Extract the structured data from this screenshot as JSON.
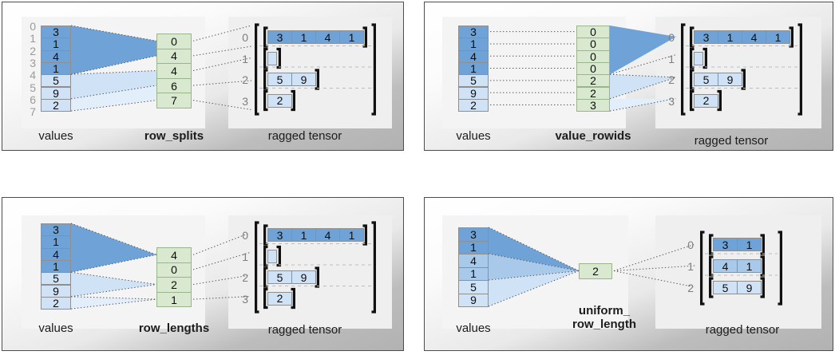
{
  "colors": {
    "blue_dark": "#6fa3d8",
    "blue_mid": "#a8c9ea",
    "blue_light": "#cfe2f6",
    "blue_lightest": "#e3eefb",
    "green": "#d9e9cf",
    "green_border": "#9bb48c",
    "cell_border": "#8f8f8f",
    "index_gray": "#9b9b9b",
    "row_gray": "#7d7d7d",
    "panel_border": "#4d4d4d",
    "bracket": "#111111",
    "dotted": "#555555",
    "guide": "#bcbcbc"
  },
  "panels": [
    {
      "id": "row_splits",
      "values_label": "values",
      "encoding_label": "row_splits",
      "tensor_label": "ragged tensor",
      "values": [
        3,
        1,
        4,
        1,
        5,
        9,
        2
      ],
      "values_shades": [
        "dark",
        "dark",
        "dark",
        "dark",
        "light",
        "light",
        "light"
      ],
      "index_ticks": [
        0,
        1,
        2,
        3,
        4,
        5,
        6,
        7
      ],
      "encoding_values": [
        0,
        4,
        4,
        6,
        7
      ],
      "tensor_row_labels": [
        0,
        1,
        2,
        3
      ],
      "tensor_rows": [
        {
          "cells": [
            3,
            1,
            4,
            1
          ],
          "shade": "dark"
        },
        {
          "cells": [],
          "shade": "light"
        },
        {
          "cells": [
            5,
            9
          ],
          "shade": "light"
        },
        {
          "cells": [
            2
          ],
          "shade": "light"
        }
      ]
    },
    {
      "id": "value_rowids",
      "values_label": "values",
      "encoding_label": "value_rowids",
      "tensor_label": "ragged tensor",
      "values": [
        3,
        1,
        4,
        1,
        5,
        9,
        2
      ],
      "values_shades": [
        "dark",
        "dark",
        "dark",
        "dark",
        "light",
        "light",
        "light"
      ],
      "index_ticks": [],
      "encoding_values": [
        0,
        0,
        0,
        0,
        2,
        2,
        3
      ],
      "tensor_row_labels": [
        0,
        1,
        2,
        3
      ],
      "tensor_rows": [
        {
          "cells": [
            3,
            1,
            4,
            1
          ],
          "shade": "dark"
        },
        {
          "cells": [],
          "shade": "light"
        },
        {
          "cells": [
            5,
            9
          ],
          "shade": "light"
        },
        {
          "cells": [
            2
          ],
          "shade": "light"
        }
      ]
    },
    {
      "id": "row_lengths",
      "values_label": "values",
      "encoding_label": "row_lengths",
      "tensor_label": "ragged tensor",
      "values": [
        3,
        1,
        4,
        1,
        5,
        9,
        2
      ],
      "values_shades": [
        "dark",
        "dark",
        "dark",
        "dark",
        "light",
        "light",
        "light"
      ],
      "index_ticks": [],
      "encoding_values": [
        4,
        0,
        2,
        1
      ],
      "tensor_row_labels": [
        0,
        1,
        2,
        3
      ],
      "tensor_rows": [
        {
          "cells": [
            3,
            1,
            4,
            1
          ],
          "shade": "dark"
        },
        {
          "cells": [],
          "shade": "light"
        },
        {
          "cells": [
            5,
            9
          ],
          "shade": "light"
        },
        {
          "cells": [
            2
          ],
          "shade": "light"
        }
      ]
    },
    {
      "id": "uniform_row_length",
      "values_label": "values",
      "encoding_label": "uniform_\nrow_length",
      "tensor_label": "ragged tensor",
      "values": [
        3,
        1,
        4,
        1,
        5,
        9
      ],
      "values_shades": [
        "dark",
        "dark",
        "mid",
        "mid",
        "light",
        "light"
      ],
      "index_ticks": [],
      "encoding_values": [
        2
      ],
      "tensor_row_labels": [
        0,
        1,
        2
      ],
      "tensor_rows": [
        {
          "cells": [
            3,
            1
          ],
          "shade": "dark"
        },
        {
          "cells": [
            4,
            1
          ],
          "shade": "mid"
        },
        {
          "cells": [
            5,
            9
          ],
          "shade": "light"
        }
      ]
    }
  ]
}
